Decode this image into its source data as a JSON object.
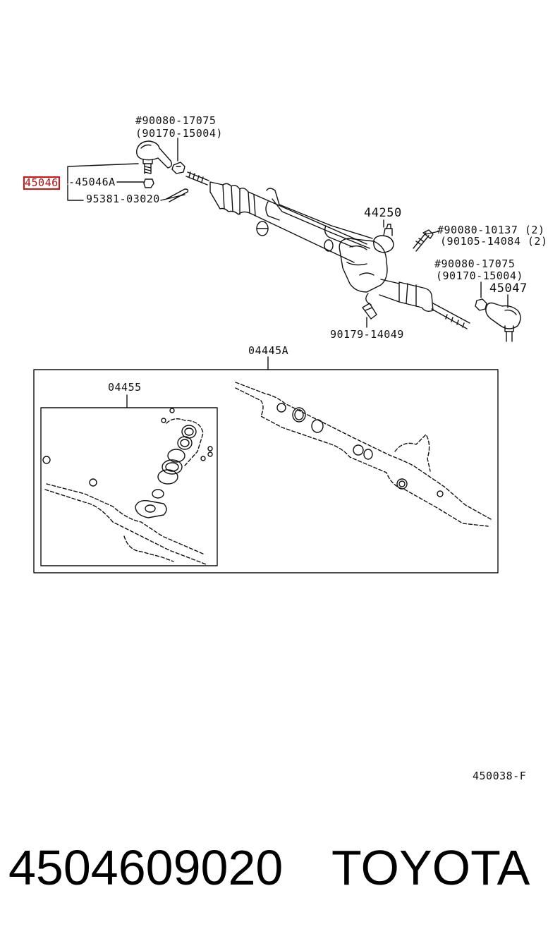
{
  "callouts": {
    "bolt_top": "#90080-17075",
    "bolt_top_alt": "(90170-15004)",
    "end_highlight": "45046",
    "end_sub": "-45046A",
    "cotter_pin": "95381-03020",
    "pinion": "44250",
    "bolt_right": "#90080-10137 (2)",
    "bolt_right_alt": "(90105-14084 (2)",
    "nut_right": "#90080-17075",
    "nut_right_alt": "(90170-15004)",
    "tie_rod_end_right": "45047",
    "clip": "90179-14049",
    "rack_kit": "04445A",
    "gasket_kit": "04455",
    "diagram_code": "450038-F"
  },
  "footer": {
    "part_number": "4504609020",
    "brand": "TOYOTA"
  },
  "colors": {
    "ink": "#111111",
    "highlight": "#e01010"
  }
}
